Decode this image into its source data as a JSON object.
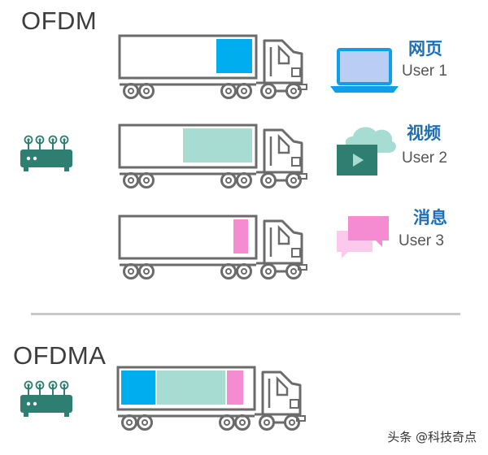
{
  "top_section": {
    "title": "OFDM",
    "trucks": [
      {
        "cn_label": "网页",
        "user": "User 1",
        "cargo_color": "#00aeef",
        "icon": "laptop-icon"
      },
      {
        "cn_label": "视频",
        "user": "User 2",
        "cargo_color": "#a6dcd2",
        "icon": "video-cloud-icon"
      },
      {
        "cn_label": "消息",
        "user": "User 3",
        "cargo_color": "#f58cd2",
        "icon": "chat-bubbles-icon"
      }
    ]
  },
  "bottom_section": {
    "title": "OFDMA",
    "cargo_colors": [
      "#00aeef",
      "#a6dcd2",
      "#f58cd2"
    ]
  },
  "colors": {
    "truck_outline": "#6b6b6b",
    "router": "#2e7f72",
    "label_blue": "#1f6fb5"
  },
  "watermark": "头条 @科技奇点"
}
